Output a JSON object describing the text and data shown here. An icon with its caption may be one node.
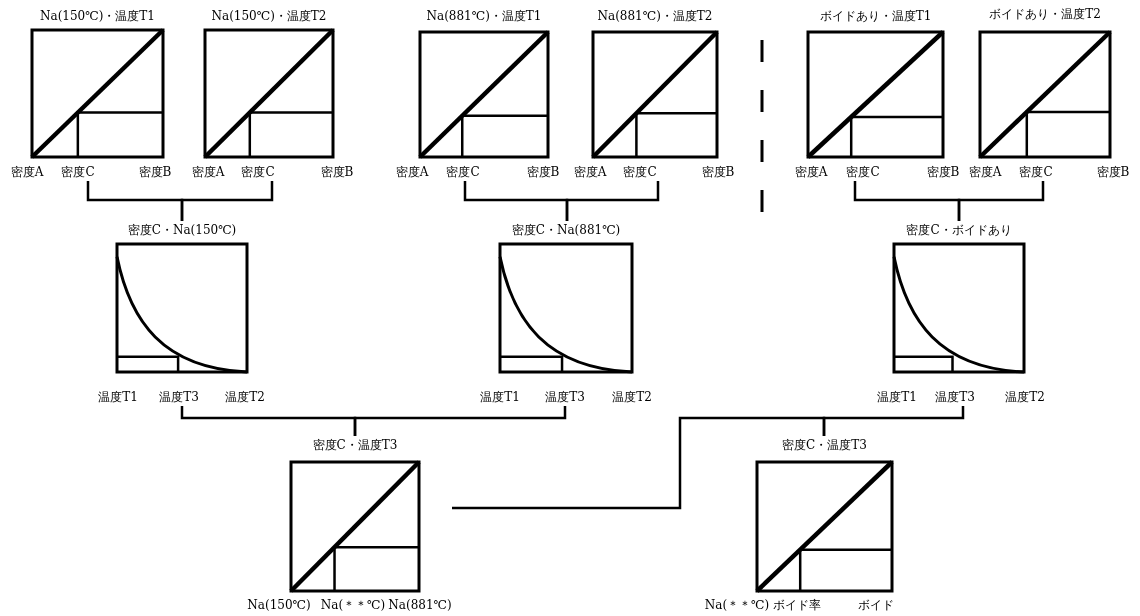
{
  "diagram": {
    "nodes": [
      {
        "text": [
          "Na(150℃)・温度T1"
        ],
        "beside": [
          "密度A",
          "密度C",
          "密度B"
        ]
      },
      {
        "text": [
          "Na(150℃)・温度T2"
        ],
        "beside": [
          "密度A",
          "密度C",
          "密度B"
        ]
      },
      {
        "text": [
          "Na(881℃)・温度T1"
        ],
        "beside": [
          "密度A",
          "密度C",
          "密度B"
        ]
      },
      {
        "text": [
          "Na(881℃)・温度T2"
        ],
        "beside": [
          "密度A",
          "密度C",
          "密度B"
        ]
      },
      {
        "text": [
          "ボイドあり・温度T1"
        ],
        "beside": [
          "密度A",
          "密度C",
          "密度B"
        ]
      },
      {
        "text": [
          "ボイドあり・温度T2"
        ],
        "beside": [
          "密度A",
          "密度C",
          "密度B"
        ]
      },
      {
        "text": [
          "密度C・Na(150℃)"
        ],
        "beside": [
          "温度T1",
          "温度T3",
          "温度T2"
        ]
      },
      {
        "text": [
          "密度C・Na(881℃)"
        ],
        "beside": [
          "温度T1",
          "温度T3",
          "温度T2"
        ]
      },
      {
        "text": [
          "密度C・ボイドあり"
        ],
        "beside": [
          "温度T1",
          "温度T3",
          "温度T2"
        ]
      },
      {
        "text": [
          "密度C・温度T3"
        ],
        "beside": [
          "Na(150℃)",
          "Na(＊＊℃)",
          "Na(881℃)"
        ]
      },
      {
        "text": [
          "密度C・温度T3"
        ],
        "beside": [
          "Na(＊＊℃)",
          "ボイド率",
          "ボイド"
        ]
      }
    ],
    "edges": [
      {
        "from": 0,
        "to": 6,
        "arrow": "none"
      },
      {
        "from": 1,
        "to": 6,
        "arrow": "none"
      },
      {
        "from": 2,
        "to": 7,
        "arrow": "none"
      },
      {
        "from": 3,
        "to": 7,
        "arrow": "none"
      },
      {
        "from": 4,
        "to": 8,
        "arrow": "none"
      },
      {
        "from": 5,
        "to": 8,
        "arrow": "none"
      },
      {
        "from": 6,
        "to": 9,
        "arrow": "none"
      },
      {
        "from": 7,
        "to": 9,
        "arrow": "none"
      },
      {
        "from": 8,
        "to": 10,
        "arrow": "none"
      },
      {
        "from": 9,
        "to": 10,
        "arrow": "none"
      }
    ]
  }
}
